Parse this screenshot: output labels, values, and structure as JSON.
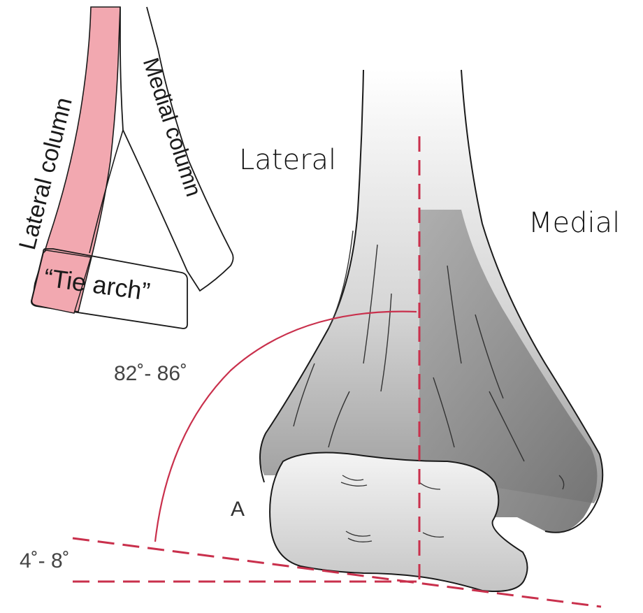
{
  "labels": {
    "lateral": "Lateral",
    "medial": "Medial",
    "lateral_column": "Lateral column",
    "medial_column": "Medial column",
    "tie_arch": "“Tie arch”",
    "angle_upper": "82˚- 86˚",
    "angle_lower": "4˚- 8˚",
    "panel": "A"
  },
  "colors": {
    "accent_red": "#c9304c",
    "lateral_fill": "#f2a8b0",
    "bone_light": "#e8e8e8",
    "bone_dark": "#8a8a8a",
    "outline": "#1a1a1a"
  }
}
